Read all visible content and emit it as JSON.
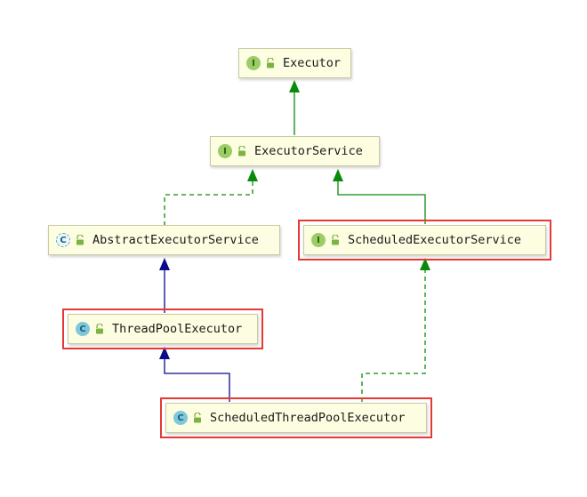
{
  "nodes": {
    "executor": {
      "label": "Executor",
      "kind": "interface",
      "badge": "I"
    },
    "executor_service": {
      "label": "ExecutorService",
      "kind": "interface",
      "badge": "I"
    },
    "abstract_executor_service": {
      "label": "AbstractExecutorService",
      "kind": "abstract-class",
      "badge": "C"
    },
    "scheduled_executor_service": {
      "label": "ScheduledExecutorService",
      "kind": "interface",
      "badge": "I"
    },
    "thread_pool_executor": {
      "label": "ThreadPoolExecutor",
      "kind": "class",
      "badge": "C"
    },
    "scheduled_thread_pool_executor": {
      "label": "ScheduledThreadPoolExecutor",
      "kind": "class",
      "badge": "C"
    }
  },
  "edges": [
    {
      "from": "executor_service",
      "to": "executor",
      "relation": "extends-interface",
      "style": "solid",
      "color": "#0a8a0a"
    },
    {
      "from": "abstract_executor_service",
      "to": "executor_service",
      "relation": "implements",
      "style": "dashed",
      "color": "#0a8a0a"
    },
    {
      "from": "scheduled_executor_service",
      "to": "executor_service",
      "relation": "extends-interface",
      "style": "solid",
      "color": "#0a8a0a"
    },
    {
      "from": "thread_pool_executor",
      "to": "abstract_executor_service",
      "relation": "extends",
      "style": "solid",
      "color": "#0a0a8a"
    },
    {
      "from": "scheduled_thread_pool_executor",
      "to": "thread_pool_executor",
      "relation": "extends",
      "style": "solid",
      "color": "#0a0a8a"
    },
    {
      "from": "scheduled_thread_pool_executor",
      "to": "scheduled_executor_service",
      "relation": "implements",
      "style": "dashed",
      "color": "#0a8a0a"
    }
  ],
  "highlighted": [
    "scheduled_executor_service",
    "thread_pool_executor",
    "scheduled_thread_pool_executor"
  ],
  "colors": {
    "node_fill": "#fdfde2",
    "node_border": "#c9c9a4",
    "interface_badge": "#9ccc65",
    "class_badge": "#7ec8dc",
    "highlight": "#e53935",
    "inheritance_edge": "#0a0a8a",
    "interface_edge": "#0a8a0a",
    "lock_icon": "#7cb342"
  }
}
